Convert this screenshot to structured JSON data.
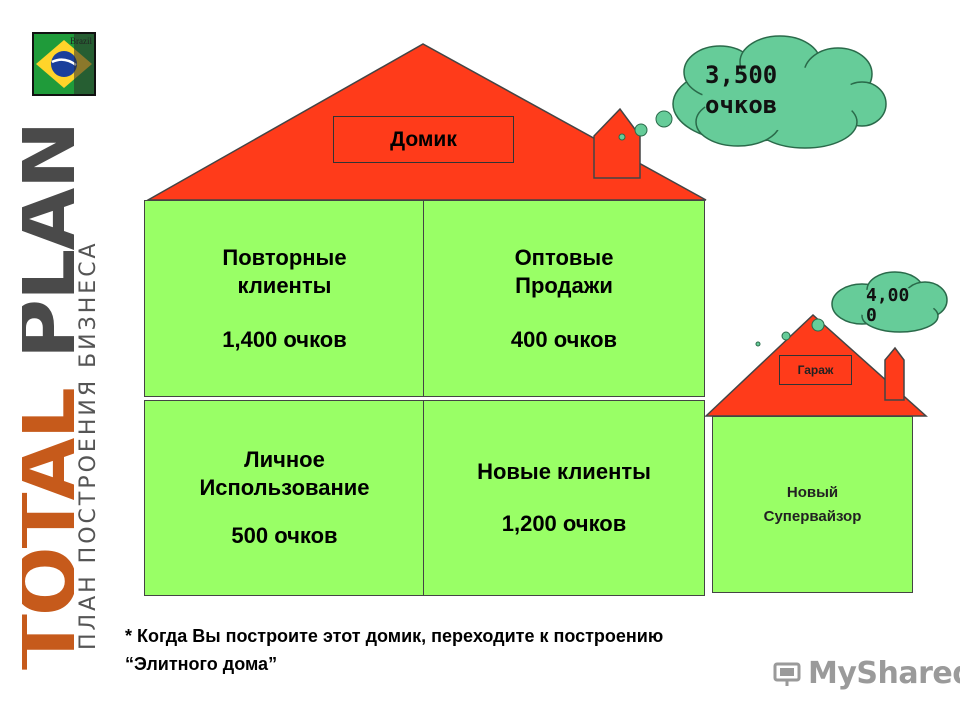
{
  "branding": {
    "flag_text": "Brazil",
    "brand_word_1": "TOTAL",
    "brand_word_2": "PLAN",
    "tagline": "ПЛАН ПОСТРОЕНИЯ БИЗНЕСА",
    "watermark": "MyShared"
  },
  "main_house": {
    "roof_label": "Домик",
    "cloud_text": "3,500\nочков",
    "rooms": [
      {
        "title": "Повторные\nклиенты",
        "points": "1,400  очков"
      },
      {
        "title": "Оптовые\nПродажи",
        "points": "400 очков"
      },
      {
        "title": "Личное\nИспользование",
        "points": "500 очков"
      },
      {
        "title": "Новые клиенты",
        "points": "1,200 очков"
      }
    ]
  },
  "garage": {
    "roof_label": "Гараж",
    "cloud_text": "4,00\n0",
    "body_text": "Новый\nСупервайзор"
  },
  "footnote": {
    "line1": "* Когда Вы построите этот домик, переходите к построению",
    "line2": "“Элитного дома”"
  },
  "colors": {
    "roof": "#ff3b1a",
    "room": "#99ff66",
    "cloud": "#66cc99"
  }
}
